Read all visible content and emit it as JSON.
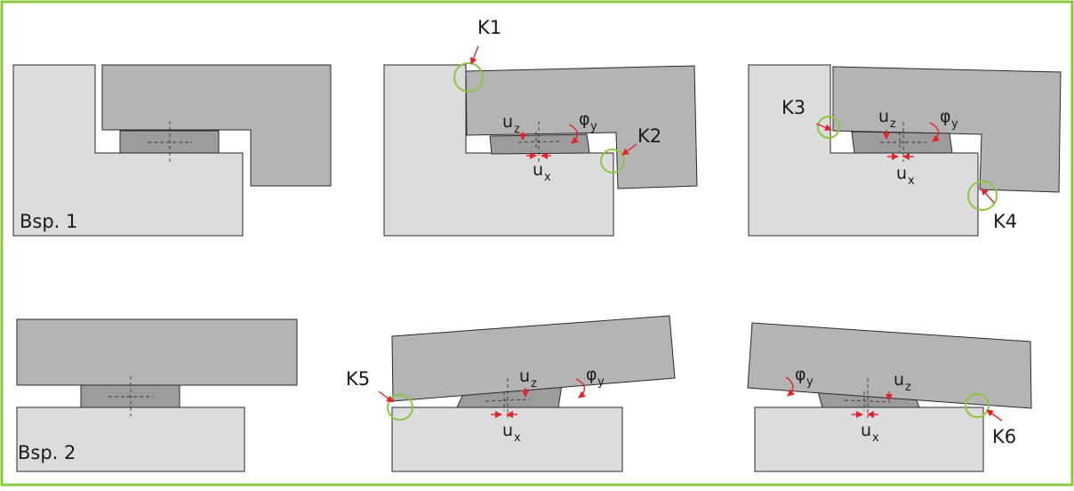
{
  "colors": {
    "frame": "#8cc63f",
    "contact_circle": "#8cc63f",
    "arrow": "#e3242b",
    "light_part": "#dcdcdc",
    "dark_part": "#b4b4b4",
    "bearing_pad": "#9c9c9c"
  },
  "example_labels": {
    "ex1": "Bsp. 1",
    "ex2": "Bsp. 2"
  },
  "contacts": {
    "k1": "K1",
    "k2": "K2",
    "k3": "K3",
    "k4": "K4",
    "k5": "K5",
    "k6": "K6"
  },
  "symbols": {
    "u": "u",
    "phi": "φ",
    "z": "z",
    "x": "x",
    "y": "y"
  }
}
